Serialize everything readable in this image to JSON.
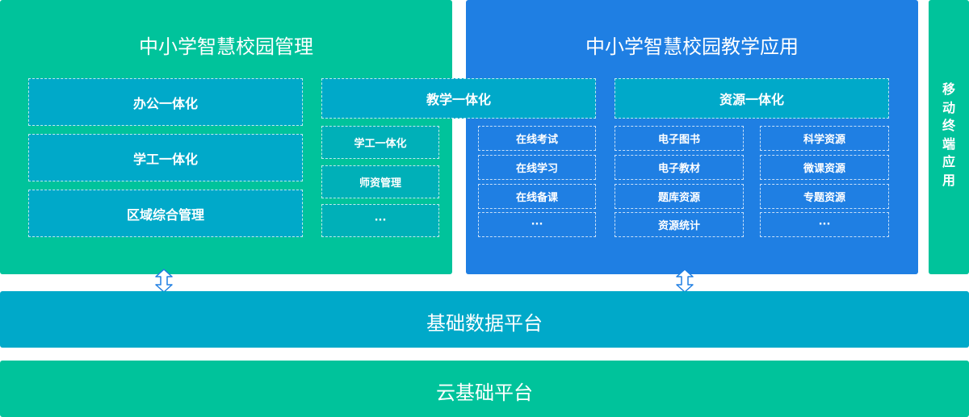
{
  "management": {
    "title": "中小学智慧校园管理",
    "left_items": [
      "办公一体化",
      "学工一体化",
      "区域综合管理"
    ],
    "right_items": [
      "学工一体化",
      "师资管理",
      "···"
    ]
  },
  "teaching": {
    "title": "中小学智慧校园教学应用",
    "teaching_header": "教学一体化",
    "resource_header": "资源一体化",
    "teaching_items": [
      "在线考试",
      "在线学习",
      "在线备课",
      "···"
    ],
    "resource_col1": [
      "电子图书",
      "电子教材",
      "题库资源",
      "资源统计"
    ],
    "resource_col2": [
      "科学资源",
      "微课资源",
      "专题资源",
      "···"
    ]
  },
  "mobile": {
    "chars": [
      "移",
      "动",
      "终",
      "端",
      "应",
      "用"
    ]
  },
  "base_data_platform": "基础数据平台",
  "cloud_platform": "云基础平台",
  "colors": {
    "green": "#00c39b",
    "blue": "#1f7fe3",
    "teal": "#00a9c9",
    "white": "#ffffff"
  },
  "icons": [
    "double-arrow-icon"
  ]
}
